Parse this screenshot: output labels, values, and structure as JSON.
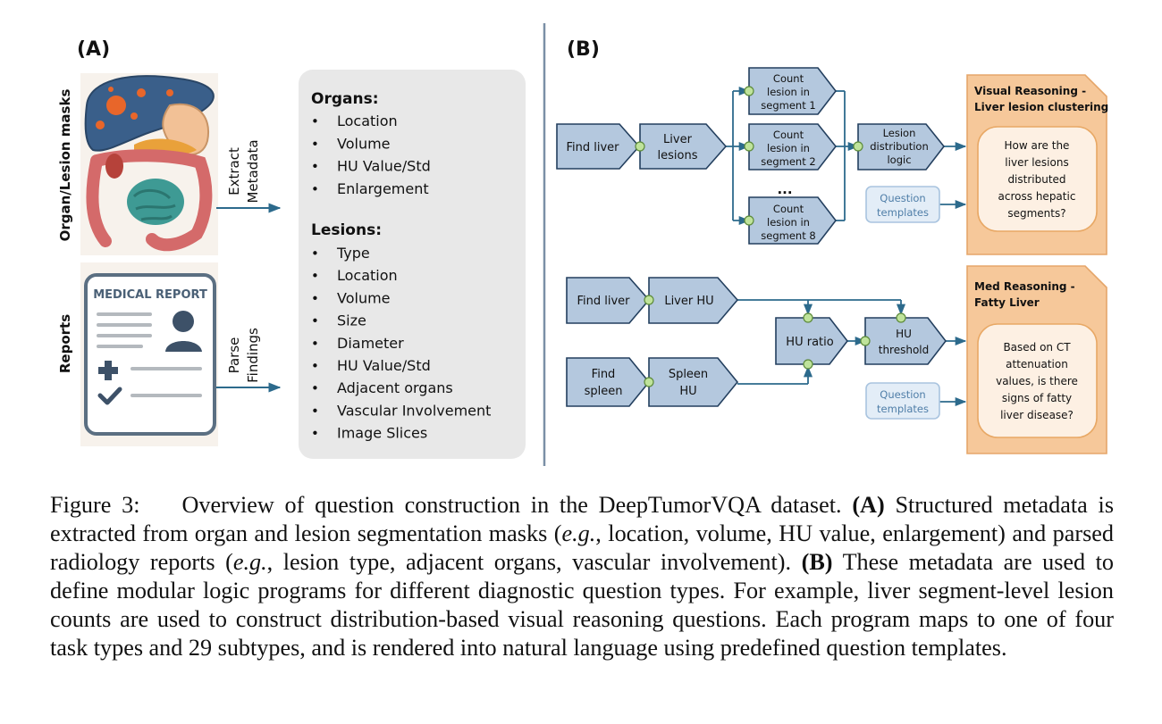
{
  "panel_a": {
    "label": "(A)",
    "masks_label": "Organ/Lesion masks",
    "reports_label": "Reports",
    "extract_label": [
      "Extract",
      "Metadata"
    ],
    "parse_label": [
      "Parse",
      "Findings"
    ],
    "report_card_title": "MEDICAL REPORT",
    "organs_heading": "Organs:",
    "organs_items": [
      "Location",
      "Volume",
      "HU Value/Std",
      "Enlargement"
    ],
    "lesions_heading": "Lesions:",
    "lesions_items": [
      "Type",
      "Location",
      "Volume",
      "Size",
      "Diameter",
      "HU Value/Std",
      "Adjacent organs",
      "Vascular Involvement",
      "Image Slices"
    ]
  },
  "panel_b": {
    "label": "(B)",
    "top": {
      "find_liver": "Find liver",
      "liver_lesions": [
        "Liver",
        "lesions"
      ],
      "count1": [
        "Count",
        "lesion in",
        "segment 1"
      ],
      "count2": [
        "Count",
        "lesion in",
        "segment 2"
      ],
      "ellipsis": "...",
      "count8": [
        "Count",
        "lesion in",
        "segment 8"
      ],
      "distribution": [
        "Lesion",
        "distribution",
        "logic"
      ],
      "templates": [
        "Question",
        "templates"
      ],
      "card_title": [
        "Visual Reasoning -",
        "Liver lesion clustering"
      ],
      "card_question": [
        "How are the",
        "liver lesions",
        "distributed",
        "across hepatic",
        "segments?"
      ]
    },
    "bottom": {
      "find_liver": "Find liver",
      "liver_hu": "Liver HU",
      "find_spleen": [
        "Find",
        "spleen"
      ],
      "spleen_hu": [
        "Spleen",
        "HU"
      ],
      "hu_ratio": "HU ratio",
      "hu_threshold": [
        "HU",
        "threshold"
      ],
      "templates": [
        "Question",
        "templates"
      ],
      "card_title": [
        "Med Reasoning -",
        "Fatty Liver"
      ],
      "card_question": [
        "Based on CT",
        "attenuation",
        "values, is there",
        "signs of fatty",
        "liver disease?"
      ]
    }
  },
  "caption": {
    "figure_label": "Figure 3:",
    "line1_rest": "Overview of question construction in the DeepTumorVQA dataset.",
    "a_tag": "(A)",
    "a_text1": "Structured metadata is extracted from organ and lesion segmentation masks (",
    "eg": "e.g.",
    "a_text2": ", location, volume, HU value, enlargement) and parsed radiology reports (",
    "a_text3": ", lesion type, adjacent organs, vascular involvement).",
    "b_tag": "(B)",
    "b_text": "These metadata are used to define modular logic programs for different diagnostic question types. For example, liver segment-level lesion counts are used to construct distribution-based visual reasoning questions. Each program maps to one of four task types and 29 subtypes, and is rendered into natural language using predefined question templates."
  },
  "colors": {
    "node_fill": "#b4c8de",
    "node_stroke": "#233f5e",
    "arrow": "#2c6a8c",
    "dot": "#bfe39b",
    "card_fill": "#f6c89a",
    "card_inner": "#fdf0e3",
    "template_fill": "#e3edf7",
    "gray_panel": "#e8e8e8"
  }
}
